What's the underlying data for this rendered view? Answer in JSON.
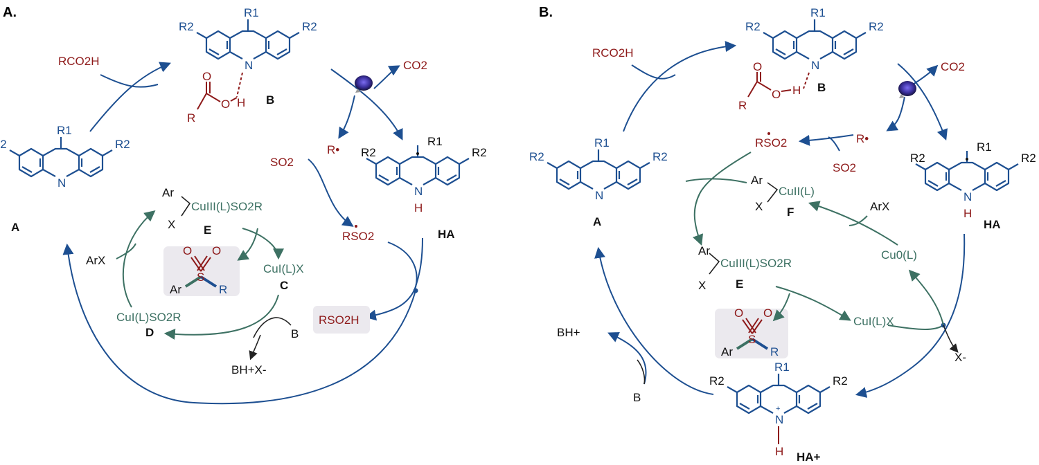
{
  "panels": {
    "a": {
      "label": "A.",
      "rco2h": "RCO2H",
      "co2": "CO2",
      "so2": "SO2",
      "r_radical": "R•",
      "rso2_radical": "RSO2",
      "rso2h": "RSO2H",
      "arx": "ArX",
      "b_reagent": "B",
      "bhx": "BH+X-",
      "cu_e": "CuIII(L)SO2R",
      "cu_c": "CuI(L)X",
      "cu_d": "CuI(L)SO2R",
      "labels": {
        "A": "A",
        "B": "B",
        "HA": "HA",
        "C": "C",
        "D": "D",
        "E": "E"
      }
    },
    "b": {
      "label": "B.",
      "rco2h": "RCO2H",
      "co2": "CO2",
      "so2": "SO2",
      "r_radical": "R•",
      "rso2_radical": "RSO2",
      "arx": "ArX",
      "b_reagent": "B",
      "bh": "BH+",
      "x_minus": "X-",
      "cu_f": "CuII(L)",
      "cu_e": "CuIII(L)SO2R",
      "cu_c": "CuI(L)X",
      "cu_0": "Cu0(L)",
      "labels": {
        "A": "A",
        "B": "B",
        "HA": "HA",
        "HAplus": "HA+",
        "E": "E",
        "F": "F"
      }
    }
  },
  "atoms": {
    "R1": "R1",
    "R2": "R2",
    "N": "N",
    "H": "H",
    "O": "O",
    "S": "S",
    "R": "R",
    "Ar": "Ar",
    "X": "X"
  },
  "colors": {
    "photocatalyst_cycle": "#1d4f91",
    "acid_and_sulfonyl": "#8e1a1a",
    "copper_cycle": "#3d7163",
    "product_box": "#ebe9ee"
  },
  "icons": [
    "light-bulb-icon"
  ]
}
